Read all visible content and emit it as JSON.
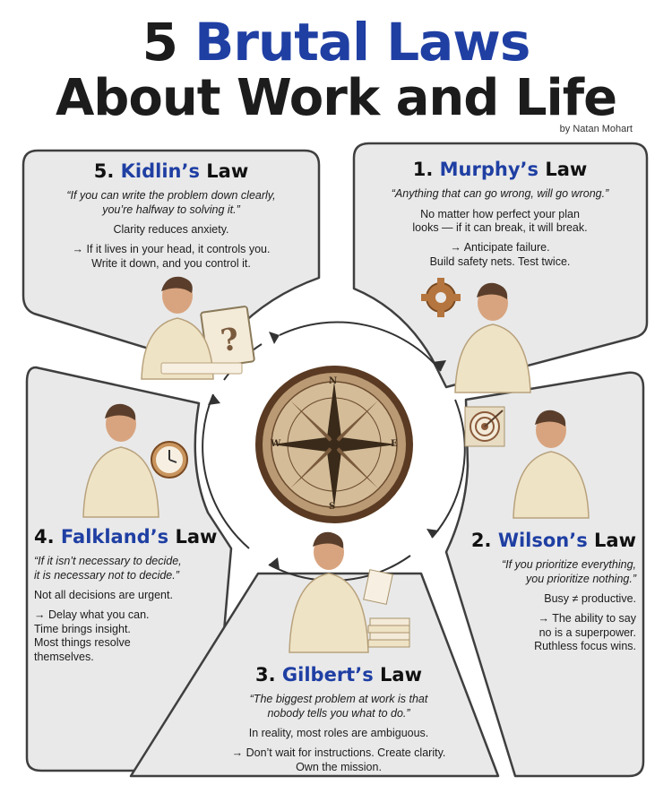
{
  "colors": {
    "accent": "#1f3fa3",
    "panel": "#e9e9e9",
    "panel_border": "#3f3f3f",
    "shirt": "#efe3c6",
    "skin": "#d8a47f",
    "hair": "#5a3e2b"
  },
  "header": {
    "title_number": "5",
    "title_accent": "Brutal Laws",
    "title_line2": "About Work and Life",
    "byline": "by Natan Mohart"
  },
  "laws": {
    "kidlin": {
      "number": "5.",
      "name": "Kidlin’s",
      "suffix": "Law",
      "quote_1": "“If you can write the problem down clearly,",
      "quote_2": "you’re halfway to solving it.”",
      "line_1": "Clarity reduces anxiety.",
      "line_2": "→ If it lives in your head, it controls you.",
      "line_3": "Write it down, and you control it."
    },
    "murphy": {
      "number": "1.",
      "name": "Murphy’s",
      "suffix": "Law",
      "quote_1": "“Anything that can go wrong, will go wrong.”",
      "line_1": "No matter how perfect your plan",
      "line_2": "looks — if it can break, it will break.",
      "line_3": "→ Anticipate failure.",
      "line_4": "Build safety nets. Test twice."
    },
    "falkland": {
      "number": "4.",
      "name": "Falkland’s",
      "suffix": "Law",
      "quote_1": "“If it isn’t necessary to decide,",
      "quote_2": "it is necessary not to decide.”",
      "line_1": "Not all decisions are urgent.",
      "line_2": "→ Delay what you can.",
      "line_3": "Time brings insight.",
      "line_4": "Most things resolve",
      "line_5": "themselves."
    },
    "wilson": {
      "number": "2.",
      "name": "Wilson’s",
      "suffix": "Law",
      "quote_1": "“If you prioritize everything,",
      "quote_2": "you prioritize nothing.”",
      "line_1": "Busy ≠ productive.",
      "line_2": "→ The ability to say",
      "line_3": "no is a superpower.",
      "line_4": "Ruthless focus wins."
    },
    "gilbert": {
      "number": "3.",
      "name": "Gilbert’s",
      "suffix": "Law",
      "quote_1": "“The biggest problem at work is that",
      "quote_2": "nobody tells you what to do.”",
      "line_1": "In reality, most roles are ambiguous.",
      "line_2": "→ Don’t wait for instructions. Create clarity.",
      "line_3": "Own the mission."
    }
  },
  "compass": {
    "n": "N",
    "e": "E",
    "s": "S",
    "w": "W"
  },
  "icons": {
    "kidlin": "question-mark-paper-icon",
    "murphy": "broken-gear-icon",
    "falkland": "clock-icon",
    "wilson": "target-icon",
    "gilbert": "paper-stack-icon"
  }
}
